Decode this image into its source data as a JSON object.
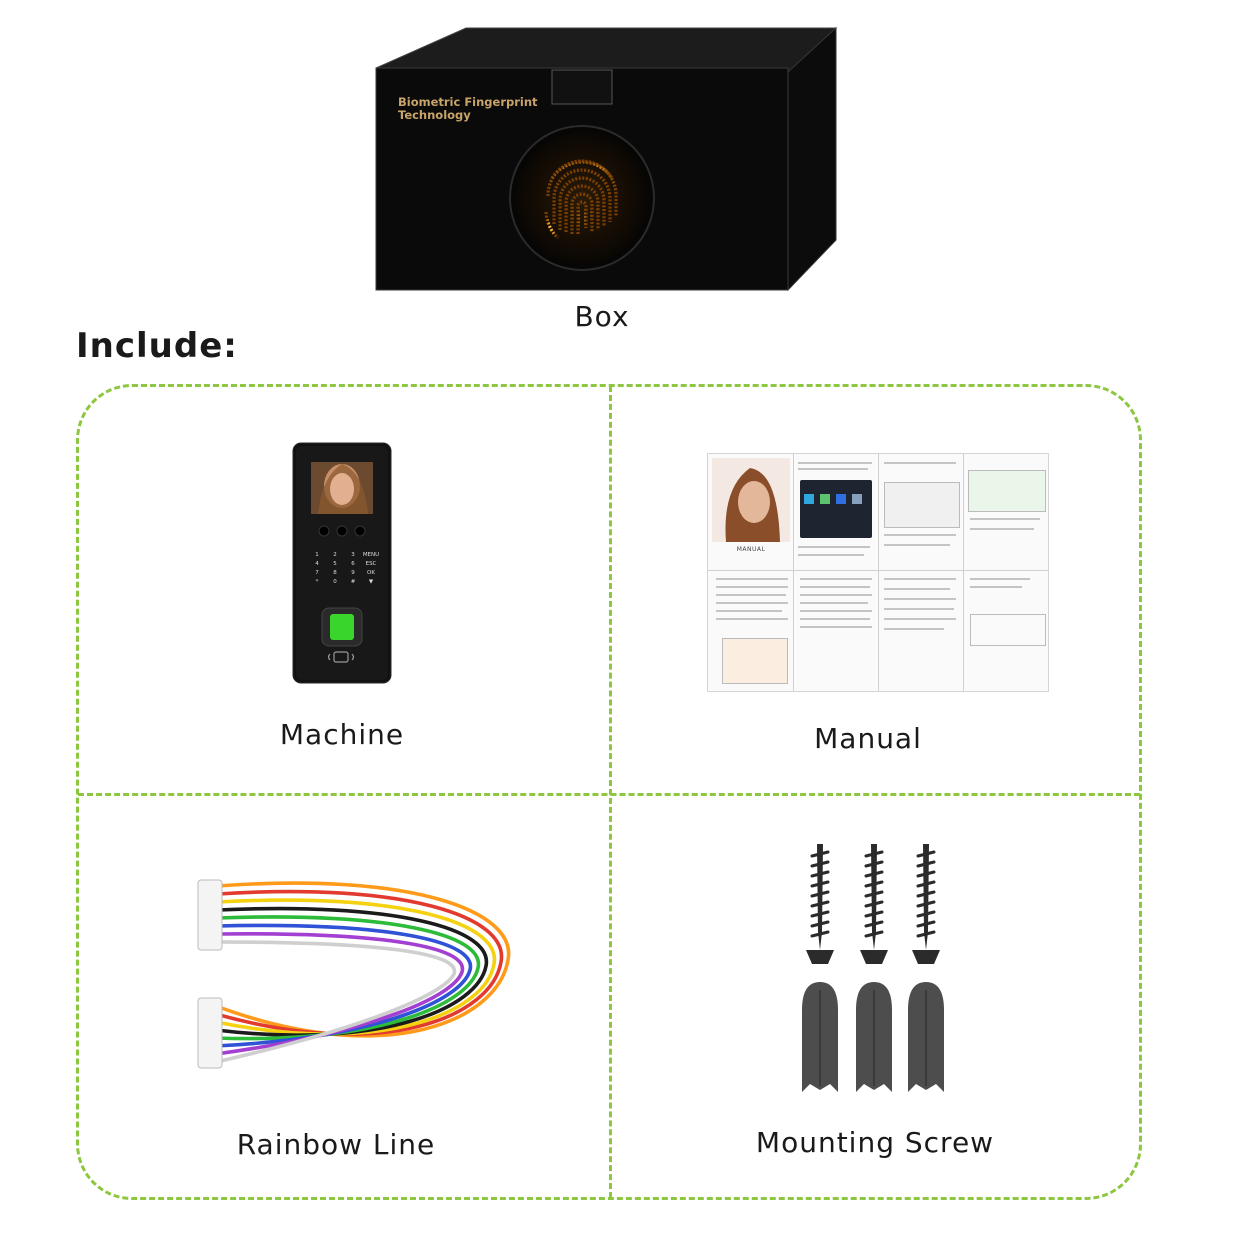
{
  "box": {
    "printed_text": "Biometric Fingerprint\nTechnology",
    "caption": "Box"
  },
  "heading": "Include:",
  "items": [
    {
      "caption": "Machine"
    },
    {
      "caption": "Manual"
    },
    {
      "caption": "Rainbow Line"
    },
    {
      "caption": "Mounting Screw"
    }
  ],
  "machine": {
    "keypad": [
      "1",
      "2",
      "3",
      "MENU",
      "4",
      "5",
      "6",
      "ESC",
      "7",
      "8",
      "9",
      "OK",
      "*",
      "0",
      "#",
      "▼"
    ]
  },
  "manual": {
    "cover_title": "MANUAL"
  },
  "colors": {
    "frame": "#8dc63f",
    "fingerprint": "#f5a623",
    "sensor": "#39d52c"
  }
}
